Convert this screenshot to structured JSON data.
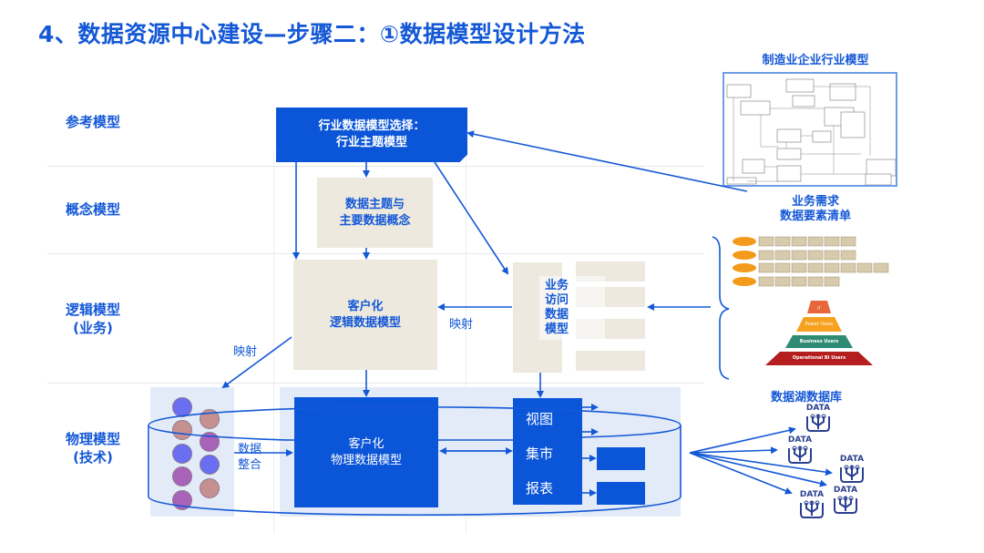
{
  "title": "4、数据资源中心建设—步骤二：①数据模型设计方法",
  "rows": [
    {
      "label_line1": "参考模型",
      "label_line2": ""
    },
    {
      "label_line1": "概念模型",
      "label_line2": ""
    },
    {
      "label_line1": "逻辑模型",
      "label_line2": "(业务)"
    },
    {
      "label_line1": "物理模型",
      "label_line2": "(技术)"
    }
  ],
  "boxes": {
    "industry_model_line1": "行业数据模型选择：",
    "industry_model_line2": "行业主题模型",
    "concept_line1": "数据主题与",
    "concept_line2": "主要数据概念",
    "logical_line1": "客户化",
    "logical_line2": "逻辑数据模型",
    "business_access_lines": [
      "业务",
      "访问",
      "数据",
      "模型"
    ],
    "physical_line1": "客户化",
    "physical_line2": "物理数据模型",
    "views": [
      "视图",
      "集市",
      "报表"
    ]
  },
  "labels": {
    "mapping_left": "映射",
    "mapping_right": "映射",
    "integration_line1": "数据",
    "integration_line2": "整合"
  },
  "right_panel": {
    "industry_model_title": "制造业企业行业模型",
    "requirements_line1": "业务需求",
    "requirements_line2": "数据要素清单",
    "pyramid": [
      "IT",
      "Power Users",
      "Business Users",
      "Operational BI Users"
    ],
    "datalake_title": "数据湖数据库",
    "data_icon_label": "DATA"
  },
  "colors": {
    "primary_blue": "#0b55d8",
    "title_blue": "#1458d6",
    "beige": "#ede9df",
    "panel_light": "#e3ebf8"
  }
}
